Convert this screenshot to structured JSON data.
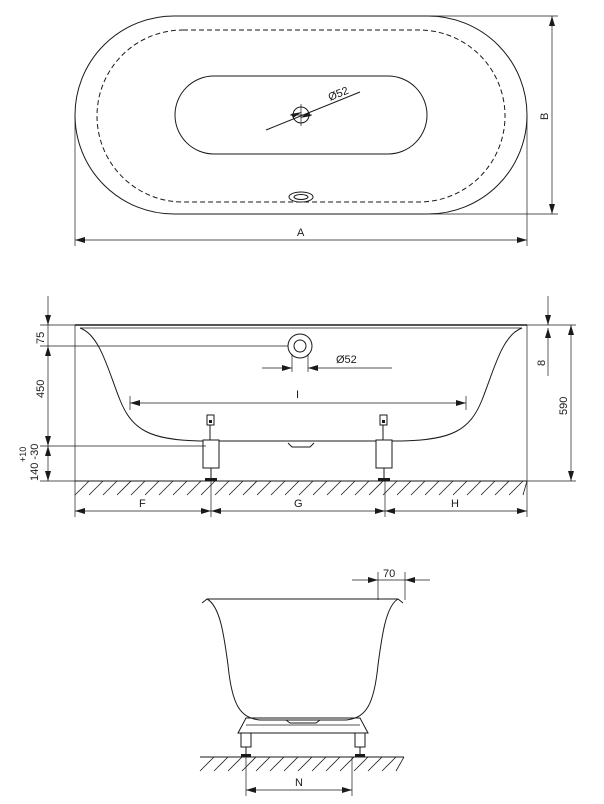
{
  "labels": {
    "A": "A",
    "B": "B",
    "diameter_top": "Ø52",
    "diameter_side": "Ø52",
    "dim_75": "75",
    "dim_450": "450",
    "tol": "+10",
    "dim_140": "140 -30",
    "dim_590": "590",
    "dim_8": "8",
    "I": "I",
    "F": "F",
    "G": "G",
    "H": "H",
    "dim_70": "70",
    "N": "N"
  }
}
